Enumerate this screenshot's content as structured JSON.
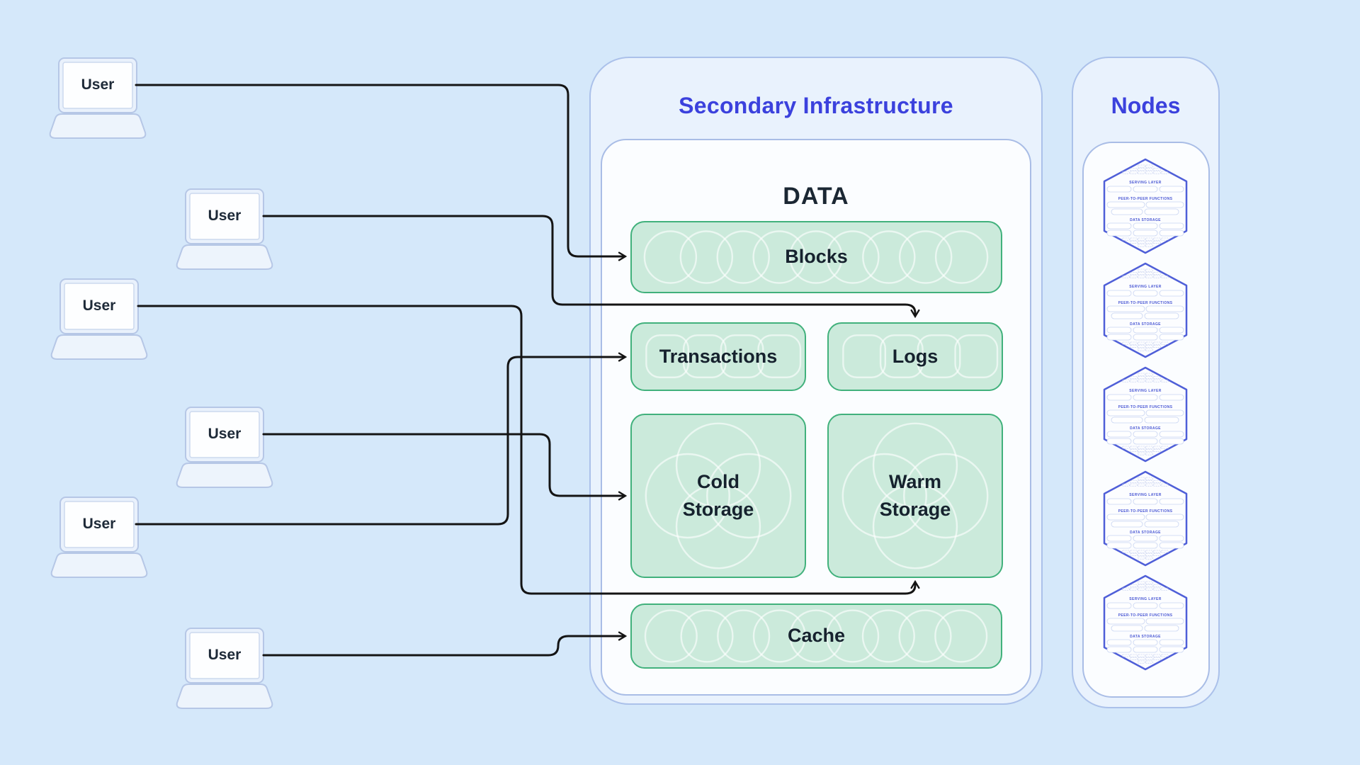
{
  "users": [
    {
      "label": "User"
    },
    {
      "label": "User"
    },
    {
      "label": "User"
    },
    {
      "label": "User"
    },
    {
      "label": "User"
    },
    {
      "label": "User"
    }
  ],
  "secondary_infrastructure": {
    "title": "Secondary Infrastructure"
  },
  "data_panel": {
    "title": "DATA",
    "blocks": "Blocks",
    "transactions": "Transactions",
    "logs": "Logs",
    "cold_storage": "Cold Storage",
    "warm_storage": "Warm Storage",
    "cache": "Cache"
  },
  "nodes_panel": {
    "title": "Nodes",
    "node_count": 5,
    "node_sections": [
      "SERVING LAYER",
      "PEER-TO-PEER FUNCTIONS",
      "DATA STORAGE"
    ]
  },
  "connections": [
    {
      "from": "user-1",
      "to": "blocks"
    },
    {
      "from": "user-2",
      "to": "logs"
    },
    {
      "from": "user-3",
      "to": "warm-storage"
    },
    {
      "from": "user-4",
      "to": "cold-storage"
    },
    {
      "from": "user-5",
      "to": "transactions"
    },
    {
      "from": "user-6",
      "to": "cache"
    }
  ],
  "colors": {
    "background": "#d5e8fa",
    "panel_bg": "#e9f2fd",
    "panel_border": "#abc1ea",
    "card_bg": "#fbfdff",
    "card_border": "#a9bde6",
    "green_fill": "#cbeadb",
    "green_border": "#41b17c",
    "accent_blue": "#3b41dd",
    "line": "#141414",
    "hex_stroke": "#4f5fd8"
  }
}
